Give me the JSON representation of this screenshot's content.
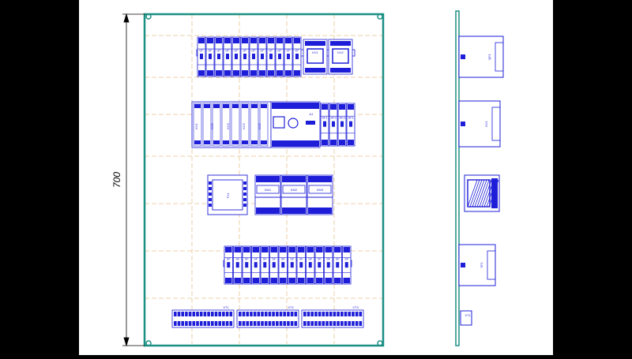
{
  "dimension": {
    "height_label": "700"
  },
  "rows": {
    "row1": {
      "breaker_label": "QF",
      "relay_labels": [
        "KV1",
        "KV2"
      ]
    },
    "row2": {
      "contactor_labels": [
        "KV1",
        "KV2",
        "KV3",
        "KV3",
        "KV2"
      ],
      "controller_label": "A1",
      "small_labels": [
        "SF1",
        "SF2",
        "SF3"
      ]
    },
    "row3": {
      "transformer_label": "TV1",
      "contactor_labels": [
        "KM1",
        "KM2",
        "KM3"
      ]
    },
    "row4": {
      "breaker_label": "SF"
    },
    "row5": {
      "terminal_labels": [
        "XT1",
        "XT2",
        "XT3"
      ]
    }
  },
  "side_view": {
    "labels": [
      "QF1",
      "KV1",
      "SF1",
      "XT1"
    ]
  },
  "colors": {
    "panel": "#1b8f84",
    "device": "#1e1ed8",
    "grid": "#e7c48e",
    "dim": "#000000"
  }
}
